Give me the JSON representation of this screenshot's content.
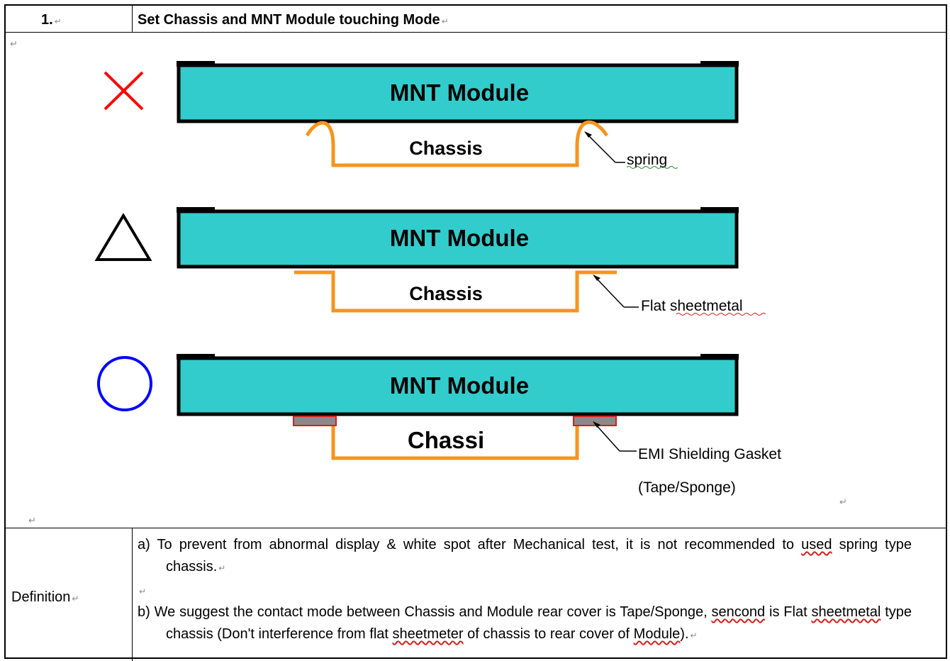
{
  "header": {
    "number": "1.",
    "title": "Set Chassis and MNT Module touching Mode",
    "mark": "↵"
  },
  "diagram": {
    "row1": {
      "symbol": "cross-icon",
      "module_label": "MNT Module",
      "chassis_label": "Chassis",
      "callout": "spring"
    },
    "row2": {
      "symbol": "triangle-icon",
      "module_label": "MNT Module",
      "chassis_label": "Chassis",
      "callout": "Flat sheetmetal"
    },
    "row3": {
      "symbol": "circle-icon",
      "module_label": "MNT Module",
      "chassis_label": "Chassi",
      "callout_line1": "EMI Shielding Gasket",
      "callout_line2": "(Tape/Sponge)"
    },
    "colors": {
      "module_fill": "#33cccc",
      "chassis_stroke": "#f7941d",
      "gasket_fill": "#8a8a8a",
      "cross": "#ff0000",
      "circle": "#0000ff"
    }
  },
  "definition": {
    "label": "Definition",
    "a_prefix": "a) To prevent from abnormal display & white spot after Mechanical test, it is not recommended to ",
    "a_word": "used",
    "a_suffix": " spring type chassis.",
    "b_prefix": "b) We suggest the contact mode between Chassis and Module rear cover is Tape/Sponge, ",
    "b_word1": "sencond",
    "b_mid1": " is Flat ",
    "b_word2": "sheetmetal",
    "b_mid2": " type chassis (Don't interference from flat ",
    "b_word3": "sheetmeter",
    "b_mid3": " of chassis to rear cover of ",
    "b_word4": "Module",
    "b_suffix": ")."
  }
}
